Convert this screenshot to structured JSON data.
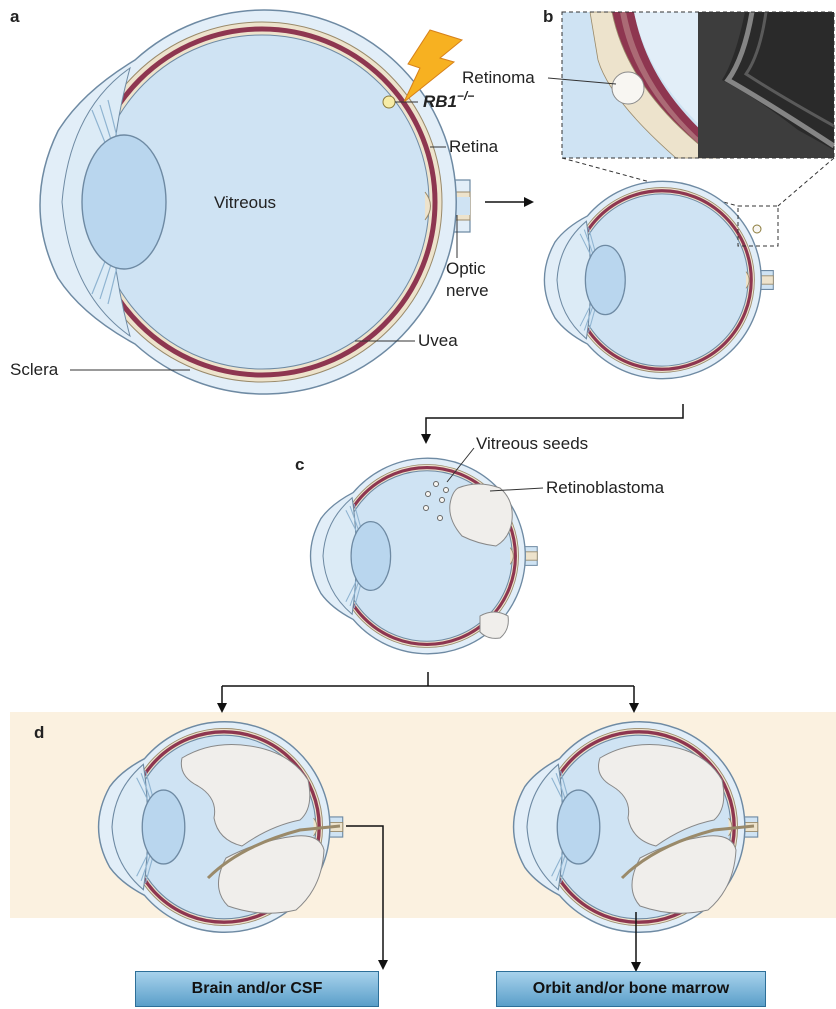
{
  "panels": {
    "a": "a",
    "b": "b",
    "c": "c",
    "d": "d"
  },
  "labels": {
    "vitreous": "Vitreous",
    "rb1_gene": "RB1",
    "rb1_sup": "−/−",
    "retina": "Retina",
    "optic_nerve_1": "Optic",
    "optic_nerve_2": "nerve",
    "uvea": "Uvea",
    "sclera": "Sclera",
    "retinoma": "Retinoma",
    "vitreous_seeds": "Vitreous seeds",
    "retinoblastoma": "Retinoblastoma"
  },
  "boxes": {
    "brain_csf": "Brain and/or CSF",
    "orbit_marrow": "Orbit and/or bone marrow"
  },
  "colors": {
    "vitreous_fill": "#cfe3f3",
    "sclera": "#e2eef8",
    "uvea": "#ede3cc",
    "retina": "#8e3650",
    "tumor": "#f0eeeb",
    "panel_d_bg": "#fbf1e0",
    "lightning": "#f7b121"
  },
  "icons": {
    "lightning": "lightning-bolt-icon"
  }
}
